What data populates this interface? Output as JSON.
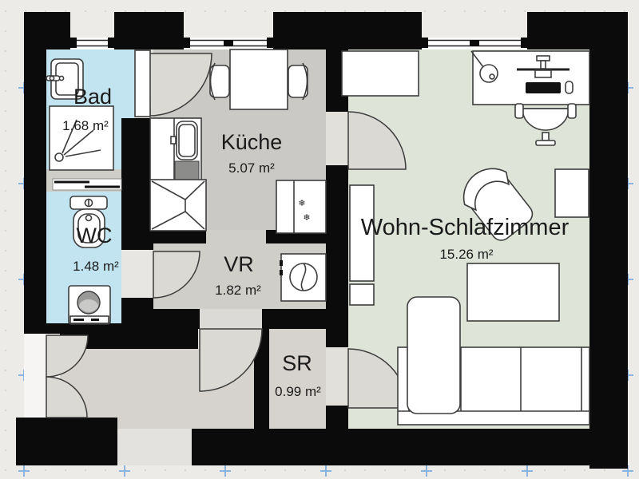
{
  "app": {
    "type": "floor-plan-viewer"
  },
  "colors": {
    "canvas": "#edebe7",
    "wall": "#0b0b0b",
    "wet": "#c1e4f0",
    "kitchen": "#cbc9c5",
    "vr": "#d0cec9",
    "hall": "#d6d2cd",
    "living": "#dfe4d9",
    "divider": "#cfcdc8",
    "threshold": "#e2e0db",
    "grid_dot": "#d6d4ce",
    "grid_cross": "#8ab3dd"
  },
  "icons": {
    "snowflake": "❄"
  },
  "rooms": {
    "bad": {
      "label": "Bad",
      "area": "1.68 m²"
    },
    "wc": {
      "label": "WC",
      "area": "1.48 m²"
    },
    "kueche": {
      "label": "Küche",
      "area": "5.07 m²"
    },
    "vr": {
      "label": "VR",
      "area": "1.82 m²"
    },
    "sr": {
      "label": "SR",
      "area": "0.99 m²"
    },
    "wohn": {
      "label": "Wohn-Schlafzimmer",
      "area": "15.26 m²"
    }
  }
}
